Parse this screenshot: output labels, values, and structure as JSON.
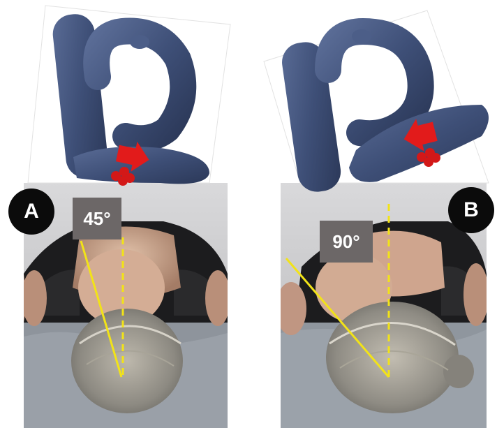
{
  "panels": [
    {
      "id": "A",
      "label": "A",
      "angle_label": "45°"
    },
    {
      "id": "B",
      "label": "B",
      "angle_label": "90°"
    }
  ],
  "colors": {
    "canal_model": "#3f5078",
    "arrow": "#e21b1b",
    "otoconia": "#d31818",
    "reference_lines": "#f2e318",
    "angle_box": "#6c6767",
    "badge": "#0b0b0b"
  },
  "icons": [
    "arrow-right-icon",
    "arrow-left-icon",
    "otoconia-cluster-icon"
  ]
}
